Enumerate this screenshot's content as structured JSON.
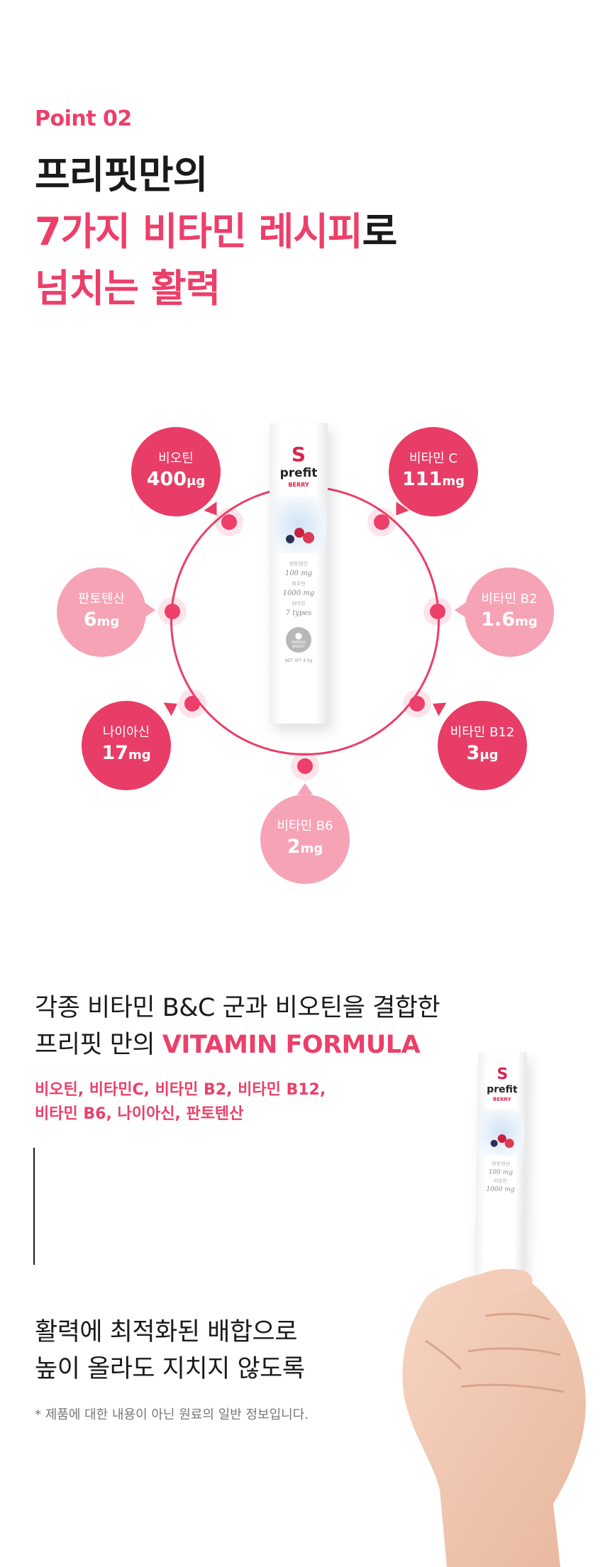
{
  "point_label": "Point 02",
  "headline": {
    "line1_a": "프리핏만",
    "line1_b": "의",
    "line2_a": "7가지 비타민 레시피",
    "line2_b": "로",
    "line3": "넘치는 활력"
  },
  "nutrients": [
    {
      "name": "비오틴",
      "value": "400",
      "unit": "μg"
    },
    {
      "name": "비타민 C",
      "value": "111",
      "unit": "mg"
    },
    {
      "name": "판토텐산",
      "value": "6",
      "unit": "mg"
    },
    {
      "name": "비타민 B2",
      "value": "1.6",
      "unit": "mg"
    },
    {
      "name": "나이아신",
      "value": "17",
      "unit": "mg"
    },
    {
      "name": "비타민 B12",
      "value": "3",
      "unit": "μg"
    },
    {
      "name": "비타민 B6",
      "value": "2",
      "unit": "mg"
    }
  ],
  "product": {
    "brand": "prefit",
    "flavor": "BERRY",
    "info1_label": "판토텐산",
    "info1_value": "100 mg",
    "info2_label": "비오틴",
    "info2_value": "1000 mg",
    "info3_label": "비타민",
    "info3_value": "7 types",
    "badge": "ENERGY BOOST",
    "weight": "NET WT 4.5g"
  },
  "section2": {
    "line1": "각종 비타민 B&C 군과 비오틴을 결합한",
    "line2_a": "프리핏 만의 ",
    "line2_b": "VITAMIN FORMULA",
    "list_line1": "비오틴, 비타민C, 비타민 B2, 비타민 B12,",
    "list_line2": "비타민 B6, 나이아신, 판토텐산",
    "line3": "활력에 최적화된 배합으로",
    "line4": "높이 올라도 지치지 않도록",
    "note": "* 제품에 대한 내용이 아닌 원료의 일반 정보입니다."
  },
  "colors": {
    "accent": "#ec3f6a",
    "bubble_dark": "#e83d66",
    "bubble_light": "#f6a3b6"
  }
}
